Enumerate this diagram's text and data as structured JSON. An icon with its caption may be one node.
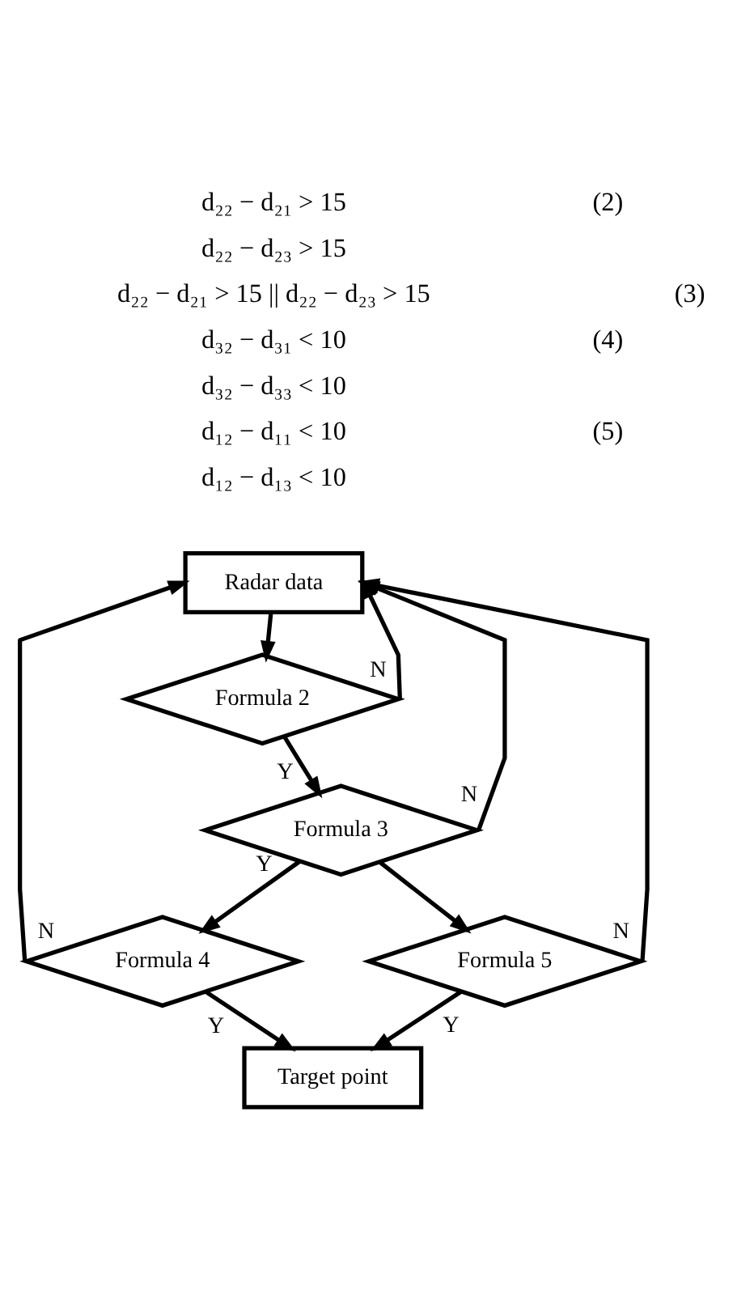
{
  "diagram": {
    "nodes": [
      {
        "text": [
          "Radar data"
        ]
      },
      {
        "text": [
          "Formula 2"
        ]
      },
      {
        "text": [
          "Formula 3"
        ]
      },
      {
        "text": [
          "Formula 4"
        ]
      },
      {
        "text": [
          "Formula 5"
        ]
      },
      {
        "text": [
          "Target point"
        ]
      }
    ],
    "edges": [
      {
        "from": 0,
        "to": 1,
        "arrow": "to"
      },
      {
        "from": 1,
        "to": 0,
        "arrow": "to",
        "label": "N"
      },
      {
        "from": 1,
        "to": 2,
        "arrow": "to",
        "label": "Y"
      },
      {
        "from": 2,
        "to": 0,
        "arrow": "to",
        "label": "N"
      },
      {
        "from": 2,
        "to": 3,
        "arrow": "to",
        "label": "Y"
      },
      {
        "from": 2,
        "to": 4,
        "arrow": "to"
      },
      {
        "from": 3,
        "to": 0,
        "arrow": "to",
        "label": "N"
      },
      {
        "from": 4,
        "to": 0,
        "arrow": "to",
        "label": "N"
      },
      {
        "from": 3,
        "to": 5,
        "arrow": "to",
        "label": "Y"
      },
      {
        "from": 4,
        "to": 5,
        "arrow": "to",
        "label": "Y"
      }
    ],
    "labels": [
      "d₂₂ − d₂₁ > 15",
      "d₂₂ − d₂₃ > 15",
      "(2)",
      "d₂₂ − d₂₁ > 15 || d₂₂ − d₂₃ > 15",
      "(3)",
      "d₃₂ − d₃₁ < 10",
      "d₃₂ − d₃₃ < 10",
      "(4)",
      "d₁₂ − d₁₁ < 10",
      "d₁₂ − d₁₃ < 10",
      "(5)"
    ]
  }
}
